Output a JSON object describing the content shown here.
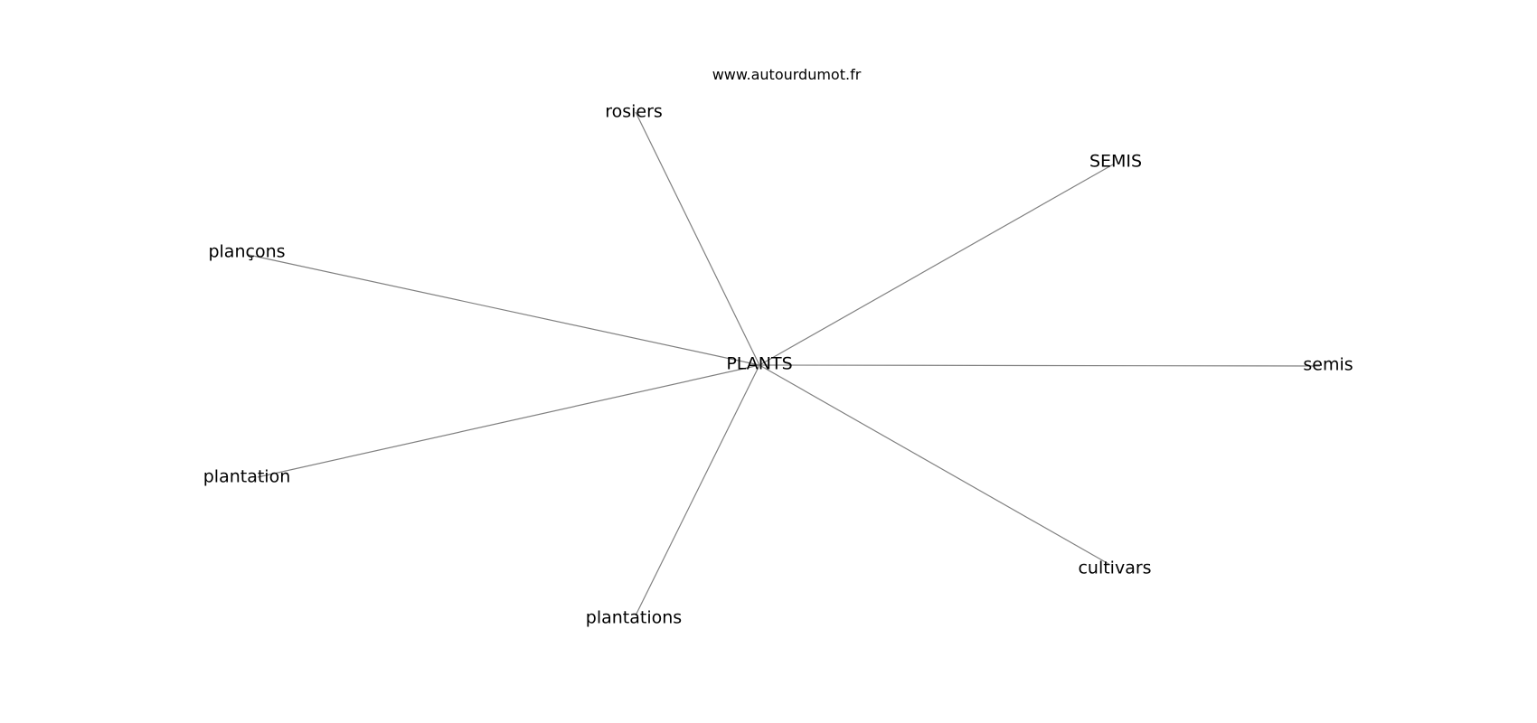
{
  "watermark": "www.autourdumot.fr",
  "center": {
    "id": "plants",
    "label": "PLANTS"
  },
  "neighbors": [
    {
      "id": "rosiers",
      "label": "rosiers"
    },
    {
      "id": "semis-upper",
      "label": "SEMIS"
    },
    {
      "id": "plancons",
      "label": "plançons"
    },
    {
      "id": "semis",
      "label": "semis"
    },
    {
      "id": "plantation",
      "label": "plantation"
    },
    {
      "id": "cultivars",
      "label": "cultivars"
    },
    {
      "id": "plantations",
      "label": "plantations"
    }
  ],
  "style": {
    "edge_color": "#808080",
    "text_color": "#000000",
    "background": "#ffffff"
  }
}
